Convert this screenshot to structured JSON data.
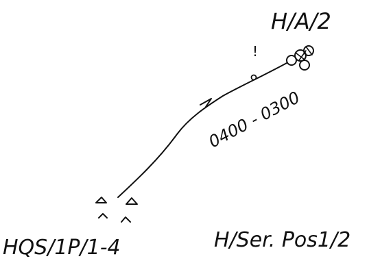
{
  "labels": {
    "top_label": "H/A/2",
    "time_label": "0400 - 0300",
    "bottom_left_label": "HQS/1P/1-4",
    "bottom_right_label": "H/Ser. Pos1/2",
    "marker": "!"
  }
}
